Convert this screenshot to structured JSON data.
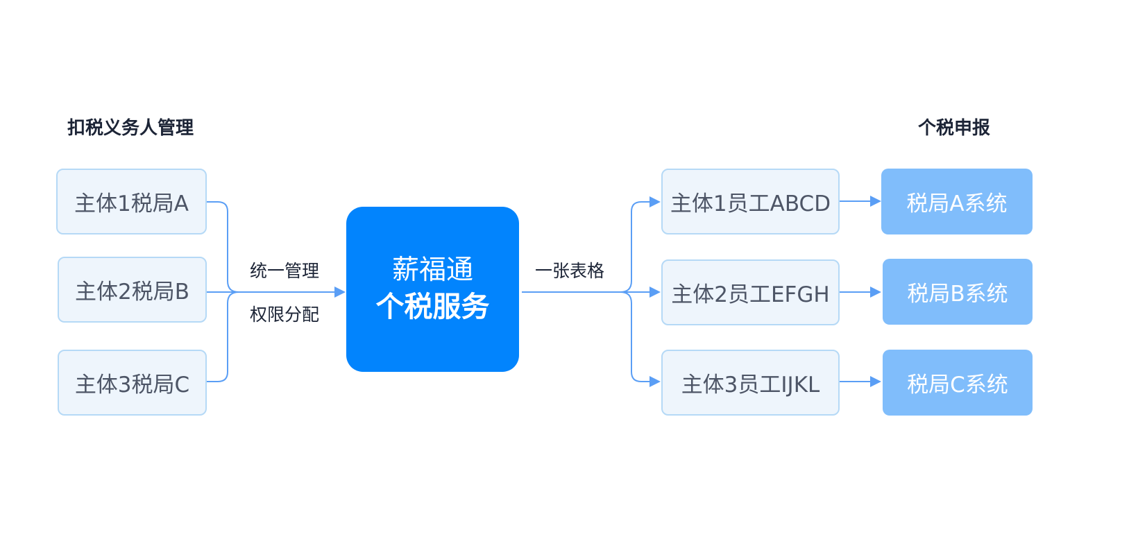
{
  "headings": {
    "left": "扣税义务人管理",
    "right": "个税申报"
  },
  "sources": [
    {
      "label": "主体1税局A"
    },
    {
      "label": "主体2税局B"
    },
    {
      "label": "主体3税局C"
    }
  ],
  "center": {
    "brand": "薪福通",
    "service": "个税服务"
  },
  "left_connector": {
    "label_top": "统一管理",
    "label_bottom": "权限分配"
  },
  "right_connector": {
    "label": "一张表格"
  },
  "employees": [
    {
      "label": "主体1员工ABCD"
    },
    {
      "label": "主体2员工EFGH"
    },
    {
      "label": "主体3员工IJKL"
    }
  ],
  "systems": [
    {
      "label": "税局A系统"
    },
    {
      "label": "税局B系统"
    },
    {
      "label": "税局C系统"
    }
  ],
  "colors": {
    "center_fill": "#0284fd",
    "system_fill": "#80bdfb",
    "box_fill": "#eef5fc",
    "box_border": "#b5d9f6",
    "connector": "#5a9ef5"
  }
}
